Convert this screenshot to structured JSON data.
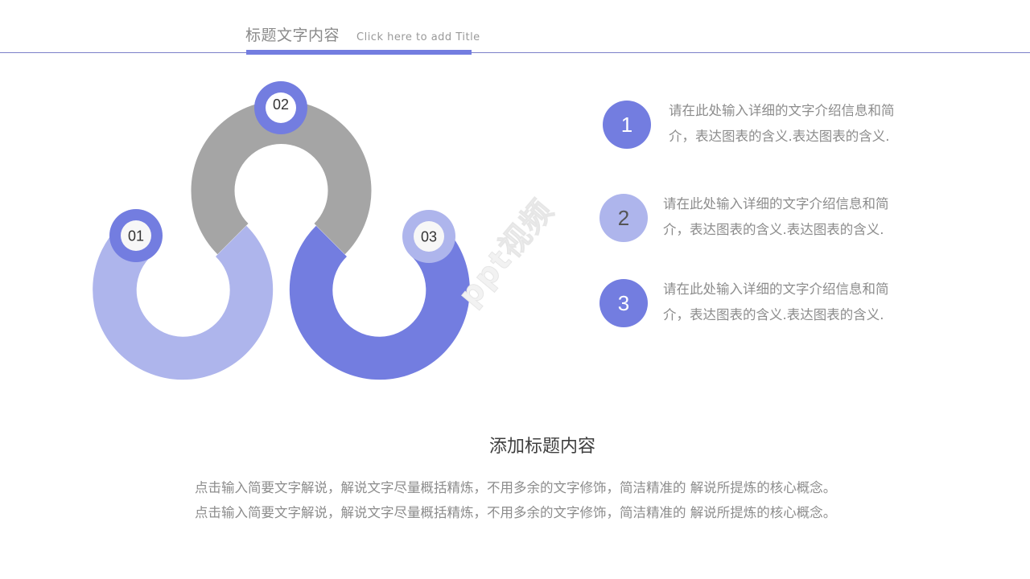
{
  "header": {
    "title": "标题文字内容",
    "subtitle": "Click here to add Title"
  },
  "colors": {
    "primary": "#737de0",
    "light": "#aeb5ec",
    "gray": "#a5a5a5",
    "text": "#8c8c8c",
    "title": "#3f3f3f"
  },
  "diagram": {
    "rings": [
      {
        "label": "01",
        "color": "#aeb5ec",
        "badge_color": "#737de0"
      },
      {
        "label": "02",
        "color": "#a5a5a5",
        "badge_color": "#737de0"
      },
      {
        "label": "03",
        "color": "#737de0",
        "badge_color": "#aeb5ec"
      }
    ]
  },
  "items": [
    {
      "number": "1",
      "text": "请在此处输入详细的文字介绍信息和简介，表达图表的含义.表达图表的含义."
    },
    {
      "number": "2",
      "text": "请在此处输入详细的文字介绍信息和简介，表达图表的含义.表达图表的含义."
    },
    {
      "number": "3",
      "text": "请在此处输入详细的文字介绍信息和简介，表达图表的含义.表达图表的含义."
    }
  ],
  "bottom": {
    "title": "添加标题内容",
    "lines": [
      "点击输入简要文字解说，解说文字尽量概括精炼，不用多余的文字修饰，简洁精准的 解说所提炼的核心概念。",
      "点击输入简要文字解说，解说文字尽量概括精炼，不用多余的文字修饰，简洁精准的 解说所提炼的核心概念。"
    ]
  },
  "watermark": "ppt视频"
}
